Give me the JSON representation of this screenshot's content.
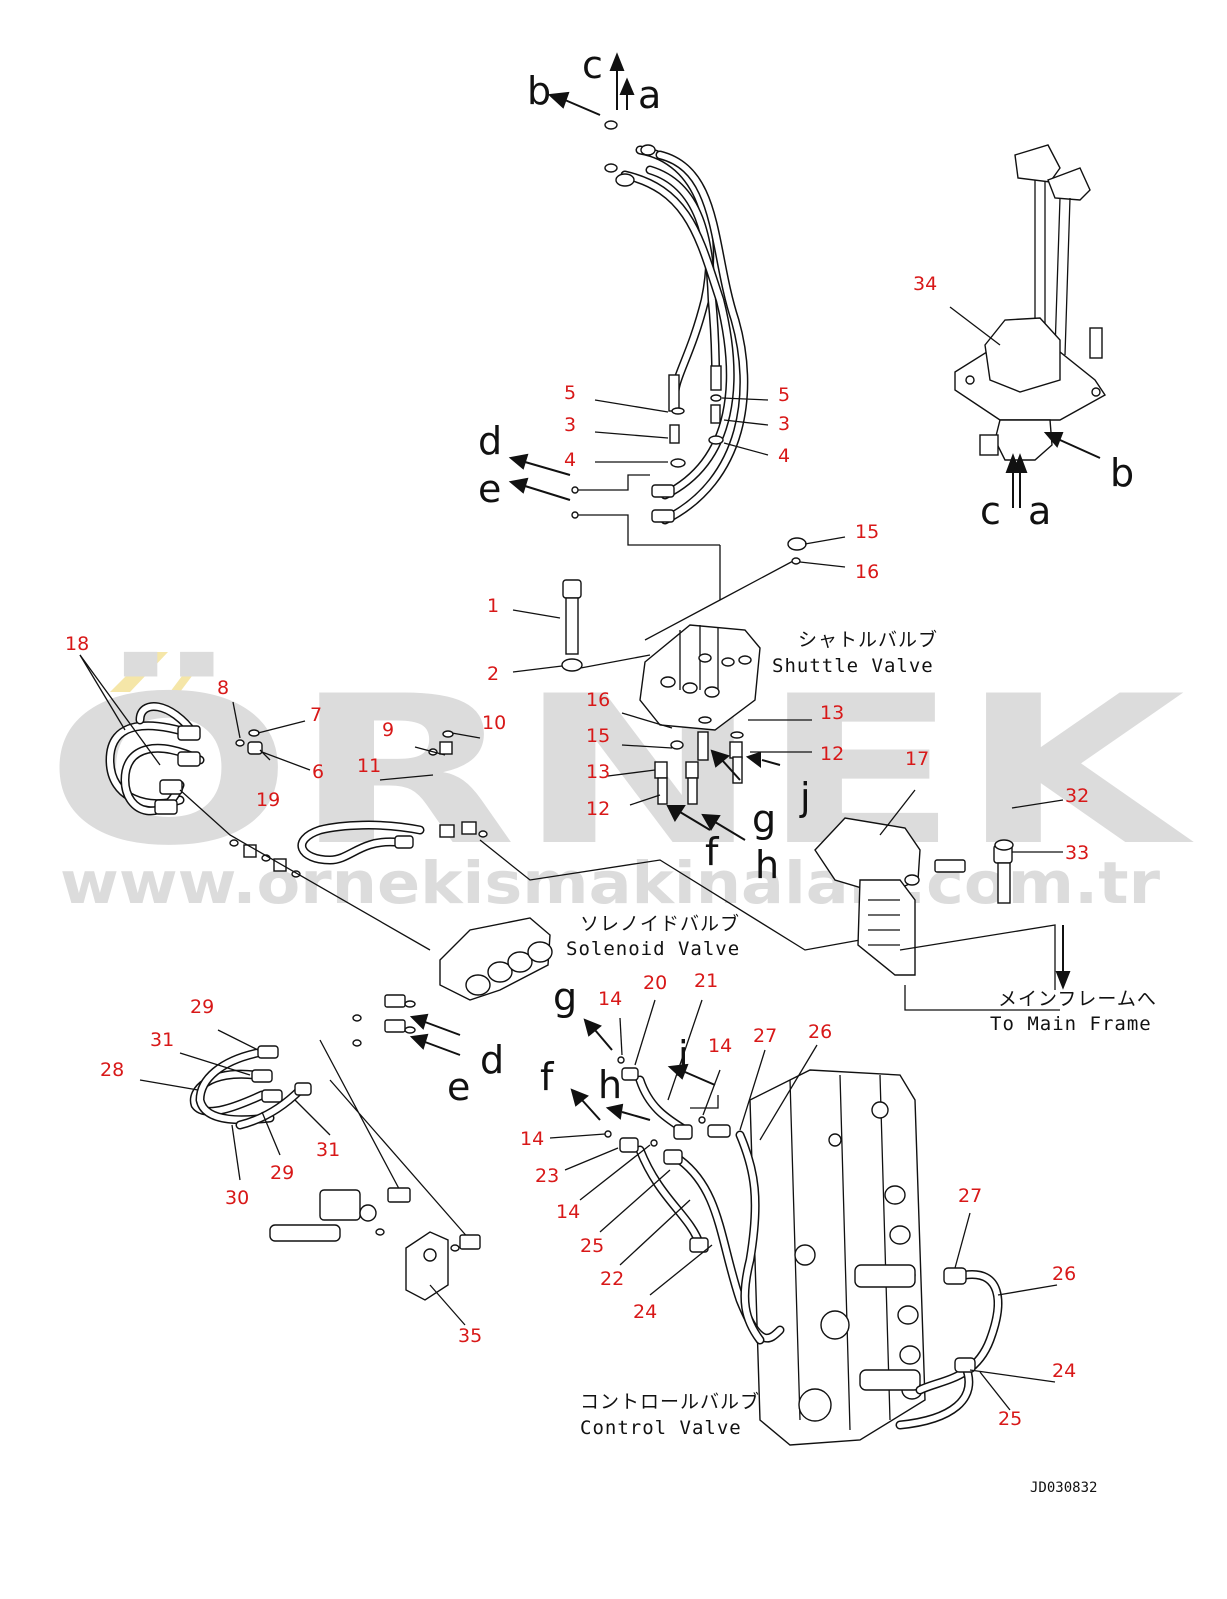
{
  "watermark": {
    "brand": "ÖRNEK",
    "url": "www.ornekismakinalari.com.tr"
  },
  "labels": {
    "shuttle_valve_jp": "シャトルバルブ",
    "shuttle_valve_en": "Shuttle Valve",
    "solenoid_valve_jp": "ソレノイドバルブ",
    "solenoid_valve_en": "Solenoid Valve",
    "main_frame_jp": "メインフレームへ",
    "main_frame_en": "To Main Frame",
    "control_valve_jp": "コントロールバルブ",
    "control_valve_en": "Control Valve",
    "drawing_code": "JD030832"
  },
  "callout_letters": {
    "top_c": "c",
    "top_b": "b",
    "top_a": "a",
    "right_b": "b",
    "right_c": "c",
    "right_a": "a",
    "left_d": "d",
    "left_e": "e",
    "mid_g": "g",
    "mid_j": "j",
    "mid_f": "f",
    "mid_h": "h",
    "sol_d": "d",
    "sol_e": "e",
    "bot_g": "g",
    "bot_f": "f",
    "bot_h": "h",
    "bot_j": "j"
  },
  "part_numbers": {
    "p5a": "5",
    "p3a": "3",
    "p4a": "4",
    "p5b": "5",
    "p3b": "3",
    "p4b": "4",
    "p34": "34",
    "p15a": "15",
    "p16a": "16",
    "p1": "1",
    "p2": "2",
    "p18": "18",
    "p8": "8",
    "p7": "7",
    "p6": "6",
    "p9": "9",
    "p10": "10",
    "p11": "11",
    "p19": "19",
    "p16b": "16",
    "p15b": "15",
    "p13a": "13",
    "p12a": "12",
    "p13b": "13",
    "p12b": "12",
    "p17": "17",
    "p32": "32",
    "p33": "33",
    "p29a": "29",
    "p31a": "31",
    "p28": "28",
    "p31b": "31",
    "p29b": "29",
    "p30": "30",
    "p35": "35",
    "p14a": "14",
    "p20": "20",
    "p21": "21",
    "p14b": "14",
    "p27a": "27",
    "p26a": "26",
    "p14c": "14",
    "p23": "23",
    "p14d": "14",
    "p25a": "25",
    "p22": "22",
    "p24a": "24",
    "p27b": "27",
    "p26b": "26",
    "p24b": "24",
    "p25b": "25"
  },
  "colors": {
    "part_number": "#d81818",
    "line": "#111111",
    "watermark": "#dcdcdc",
    "watermark_accent": "#f5e6a8"
  }
}
